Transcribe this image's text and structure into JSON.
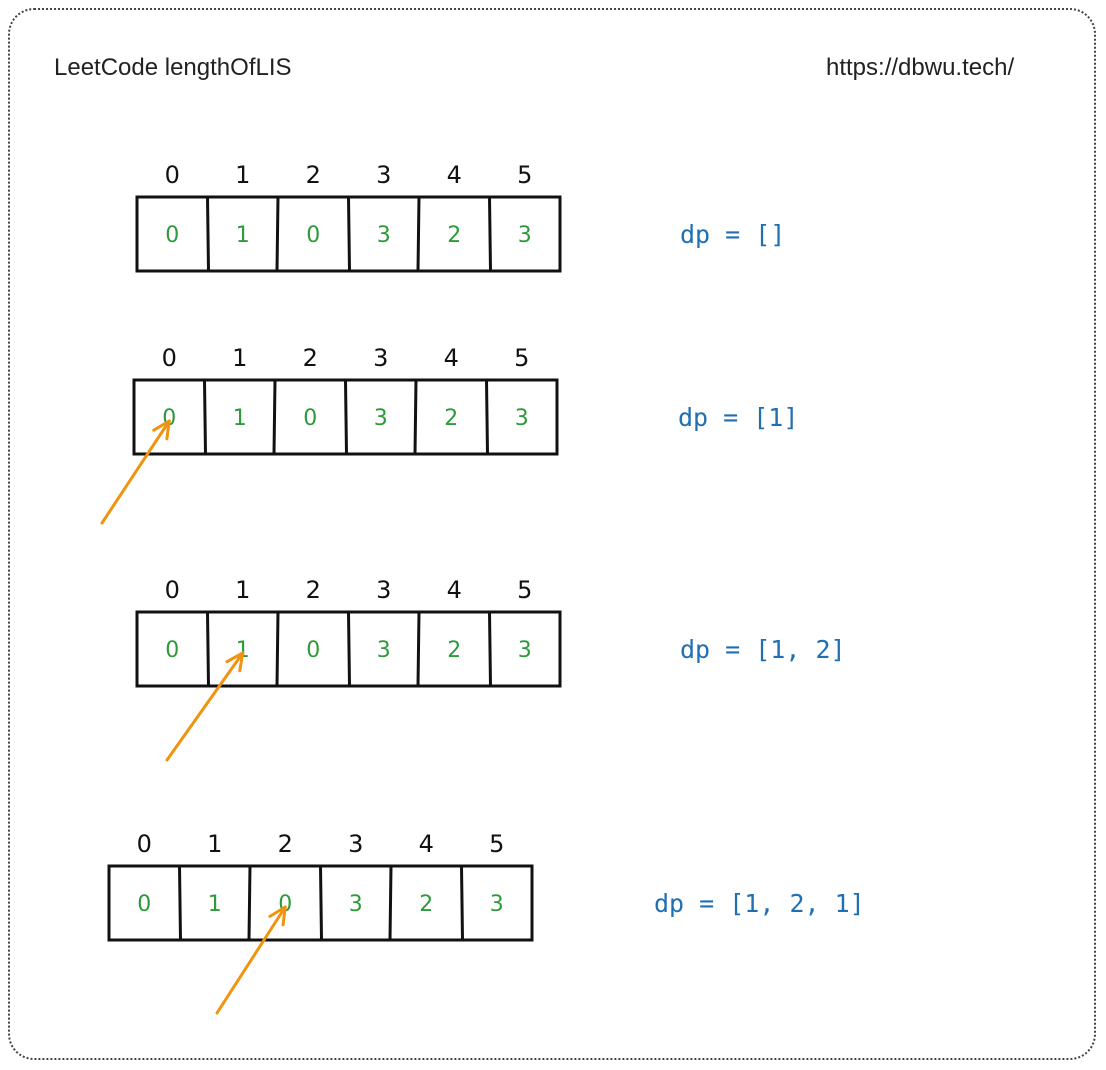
{
  "header": {
    "title": "LeetCode lengthOfLIS",
    "url": "https://dbwu.tech/"
  },
  "colors": {
    "cell_value": "#2f9a3b",
    "dp_text": "#1f6fb2",
    "arrow": "#f0930e",
    "stroke": "#111111"
  },
  "steps": [
    {
      "indices": [
        "0",
        "1",
        "2",
        "3",
        "4",
        "5"
      ],
      "values": [
        "0",
        "1",
        "0",
        "3",
        "2",
        "3"
      ],
      "dp": "dp = []",
      "pointer": null
    },
    {
      "indices": [
        "0",
        "1",
        "2",
        "3",
        "4",
        "5"
      ],
      "values": [
        "0",
        "1",
        "0",
        "3",
        "2",
        "3"
      ],
      "dp": "dp = [1]",
      "pointer": 0
    },
    {
      "indices": [
        "0",
        "1",
        "2",
        "3",
        "4",
        "5"
      ],
      "values": [
        "0",
        "1",
        "0",
        "3",
        "2",
        "3"
      ],
      "dp": "dp = [1, 2]",
      "pointer": 1
    },
    {
      "indices": [
        "0",
        "1",
        "2",
        "3",
        "4",
        "5"
      ],
      "values": [
        "0",
        "1",
        "0",
        "3",
        "2",
        "3"
      ],
      "dp": "dp = [1, 2, 1]",
      "pointer": 2
    }
  ]
}
